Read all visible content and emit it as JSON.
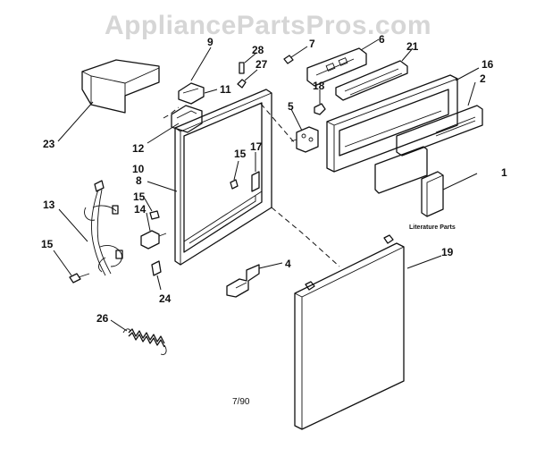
{
  "watermark": "AppliancePartsPros.com",
  "diagram_code": "7/90",
  "literature_label": "Literature Parts",
  "callouts": {
    "p1": "1",
    "p2": "2",
    "p4": "4",
    "p5": "5",
    "p6": "6",
    "p7": "7",
    "p8": "8",
    "p9": "9",
    "p10": "10",
    "p11": "11",
    "p12": "12",
    "p13": "13",
    "p14": "14",
    "p15a": "15",
    "p15b": "15",
    "p15c": "15",
    "p16": "16",
    "p17": "17",
    "p18": "18",
    "p19": "19",
    "p21": "21",
    "p23": "23",
    "p24": "24",
    "p26": "26",
    "p27": "27",
    "p28": "28"
  }
}
